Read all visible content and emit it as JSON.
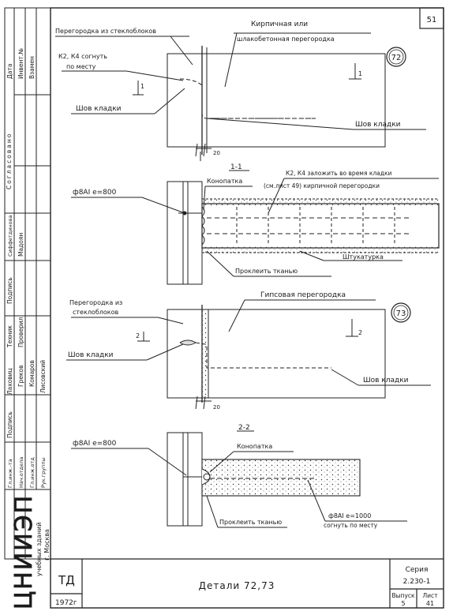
{
  "page_number": "51",
  "detail_72": {
    "marker": "72",
    "label_glassblock": "Перегородка из стеклоблоков",
    "label_brick_line1": "Кирпичная    или",
    "label_brick_line2": "шлакобетонная перегородка",
    "label_anchor_line1": "К2, К4  согнуть",
    "label_anchor_line2": "по   месту",
    "label_seam_left": "Шов кладки",
    "label_seam_right": "Шов кладки",
    "dim": "20",
    "section_mark": "1"
  },
  "section_1_1": {
    "title": "1-1",
    "rebar": "ф8АI  е=800",
    "caulk": "Конопатка",
    "note_line1": "К2, К4 заложить во время кладки",
    "note_line2": "(см.лист 49) кирпичной перегородки",
    "plaster": "Штукатурка",
    "glue": "Проклеить тканью"
  },
  "detail_73": {
    "marker": "73",
    "label_glassblock_line1": "Перегородка из",
    "label_glassblock_line2": "стеклоблоков",
    "label_gypsum": "Гипсовая перегородка",
    "label_seam_left": "Шов кладки",
    "label_seam_right": "Шов кладки",
    "dim": "20",
    "section_mark": "2"
  },
  "section_2_2": {
    "title": "2-2",
    "rebar": "ф8АI  е=800",
    "caulk": "Конопатка",
    "glue": "Проклеить тканью",
    "rebar2_line1": "ф8АI  е=1000",
    "rebar2_line2": "согнуть по месту"
  },
  "left_stamp": {
    "col_headers": [
      "Дата",
      "Инвент.№",
      "Взамен"
    ],
    "agreed": "Согласовано",
    "roles_top": [
      "Подпись",
      "Сиффетдинова",
      "Мадоян"
    ],
    "roles_mid": [
      "Техник",
      "Проверил"
    ],
    "names_mid": [
      "Лаховиц",
      "Греков",
      "Комаров",
      "Лисовский"
    ],
    "roles_bottom": [
      "Гл.инж.-та",
      "Нач.отдела",
      "Гл.инж.отд",
      "Рук.группы"
    ],
    "sign_label": "Подпись",
    "institute": "ЦНИИЭП",
    "institute_sub1": "учебных зданий",
    "institute_sub2": "г. Москва"
  },
  "title_block": {
    "stage": "ТД",
    "year": "1972г",
    "title": "Детали     72,73",
    "series_label": "Серия",
    "series_value": "2.230-1",
    "issue_label": "Выпуск",
    "issue_value": "5",
    "sheet_label": "Лист",
    "sheet_value": "41"
  }
}
